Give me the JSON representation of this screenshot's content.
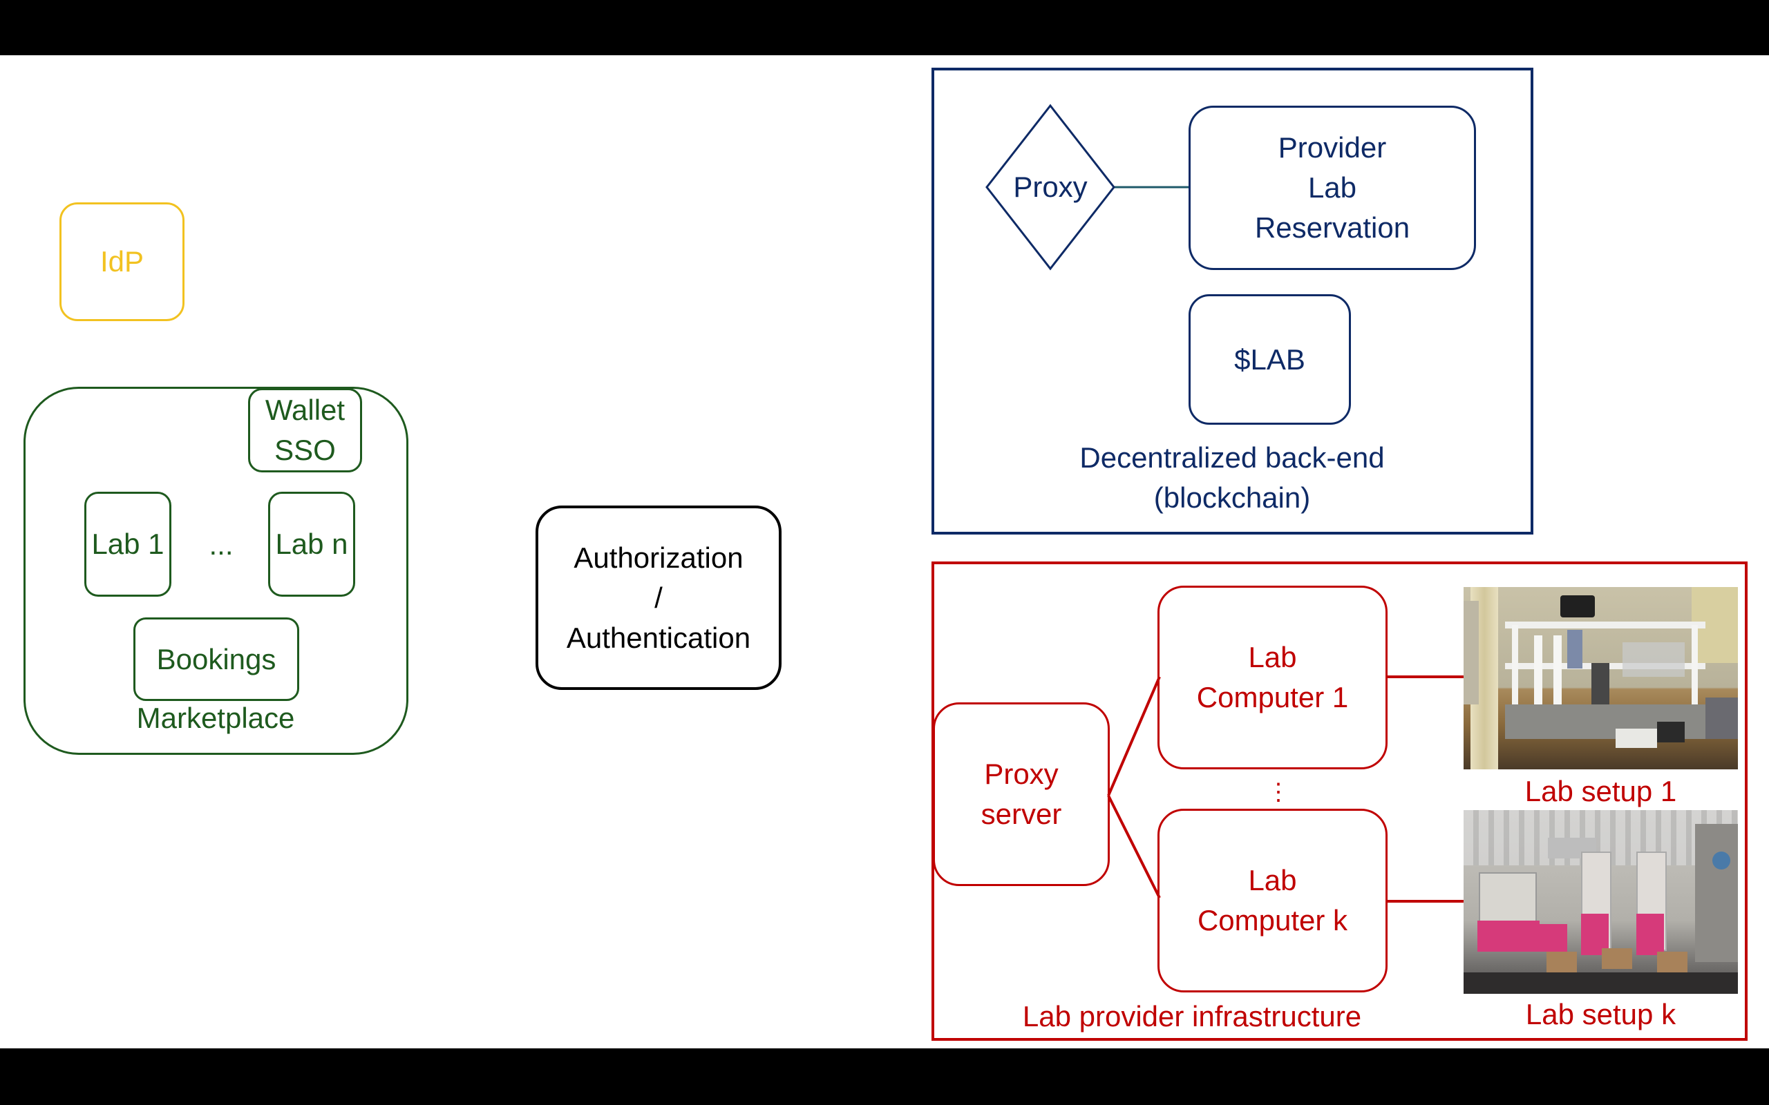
{
  "idp": {
    "label": "IdP"
  },
  "marketplace": {
    "label": "Marketplace",
    "wallet_sso": "Wallet\nSSO",
    "lab1": "Lab 1",
    "ellipsis": "...",
    "labn": "Lab n",
    "bookings": "Bookings"
  },
  "auth": {
    "label": "Authorization\n/\nAuthentication"
  },
  "backend": {
    "proxy": "Proxy",
    "provider": "Provider\nLab\nReservation",
    "token": "$LAB",
    "caption": "Decentralized back-end\n(blockchain)"
  },
  "infrastructure": {
    "proxy_server": "Proxy\nserver",
    "computer1": "Lab\nComputer 1",
    "computerk": "Lab\nComputer k",
    "vdots": "⋮",
    "setup1": "Lab setup 1",
    "setupk": "Lab setup k",
    "caption": "Lab provider infrastructure"
  },
  "colors": {
    "idp": "#f2c220",
    "marketplace": "#1e5a1e",
    "backend": "#0e2a66",
    "infrastructure": "#c00000",
    "auth": "#000000"
  }
}
